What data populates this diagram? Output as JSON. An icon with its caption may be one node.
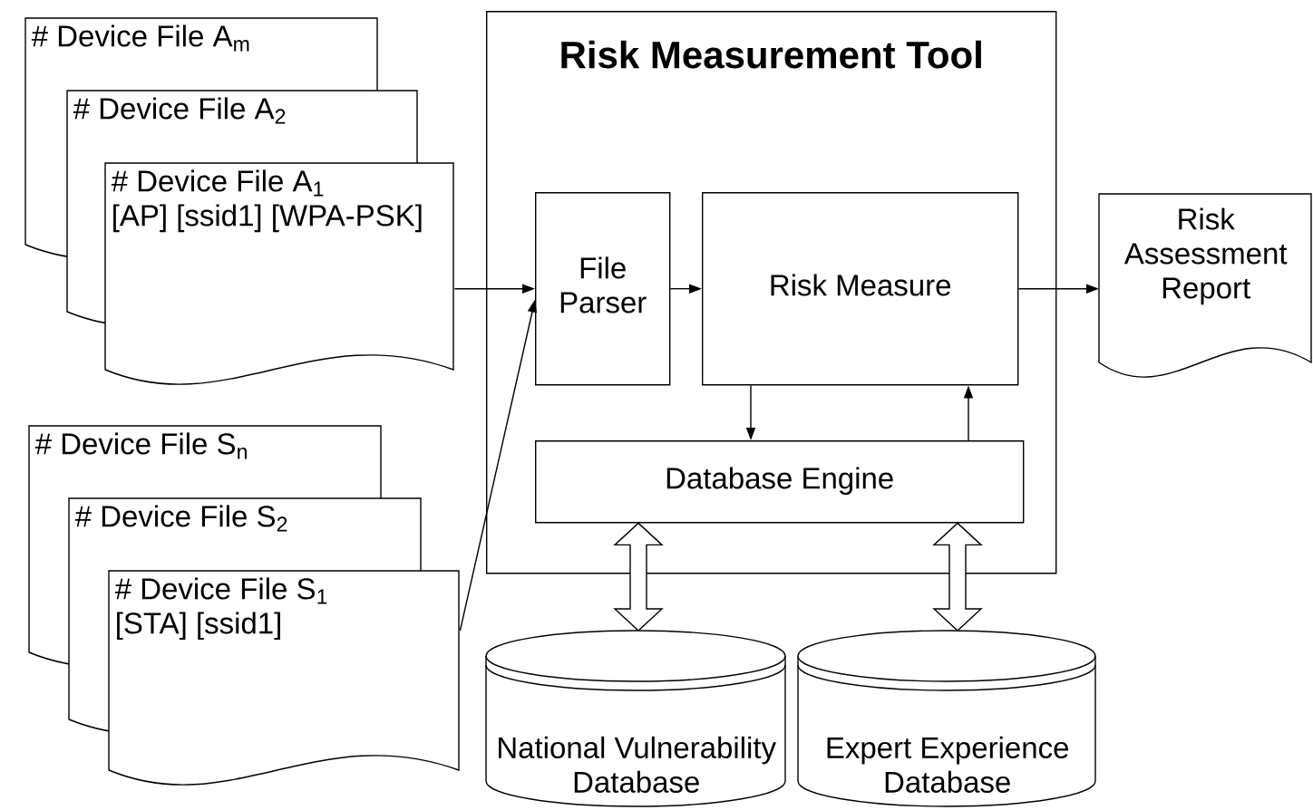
{
  "diagram": {
    "nodes": [
      {
        "text": [
          "# Device File A$_{m}$"
        ]
      },
      {
        "text": [
          "# Device File A$_{2}$"
        ]
      },
      {
        "text": [
          "# Device File A$_{1}$",
          "[AP] [ssid1] [WPA-PSK]"
        ]
      },
      {
        "text": [
          "# Device File S$_{n}$"
        ]
      },
      {
        "text": [
          "# Device File S$_{2}$"
        ]
      },
      {
        "text": [
          "# Device File S$_{1}$",
          "[STA] [ssid1]"
        ]
      },
      {
        "text": [
          "Risk Measurement Tool"
        ]
      },
      {
        "text": [
          "File Parser"
        ],
        "in": 6
      },
      {
        "text": [
          "Risk Measure"
        ],
        "in": 6
      },
      {
        "text": [
          "Database Engine"
        ],
        "in": 6
      },
      {
        "text": [
          "Risk Assessment Report"
        ]
      },
      {
        "text": [
          "National Vulnerability Database"
        ]
      },
      {
        "text": [
          "Expert Experience Database"
        ]
      }
    ],
    "edges": [
      {
        "from": 2,
        "to": 7,
        "arrow": "to"
      },
      {
        "from": 5,
        "to": 7,
        "arrow": "to"
      },
      {
        "from": 7,
        "to": 8,
        "arrow": "to"
      },
      {
        "from": 8,
        "to": 9,
        "arrow": "to"
      },
      {
        "from": 9,
        "to": 8,
        "arrow": "to"
      },
      {
        "from": 8,
        "to": 10,
        "arrow": "to"
      },
      {
        "from": 9,
        "to": 11,
        "arrow": "both",
        "style": "thick"
      },
      {
        "from": 9,
        "to": 12,
        "arrow": "both",
        "style": "thick"
      }
    ]
  }
}
